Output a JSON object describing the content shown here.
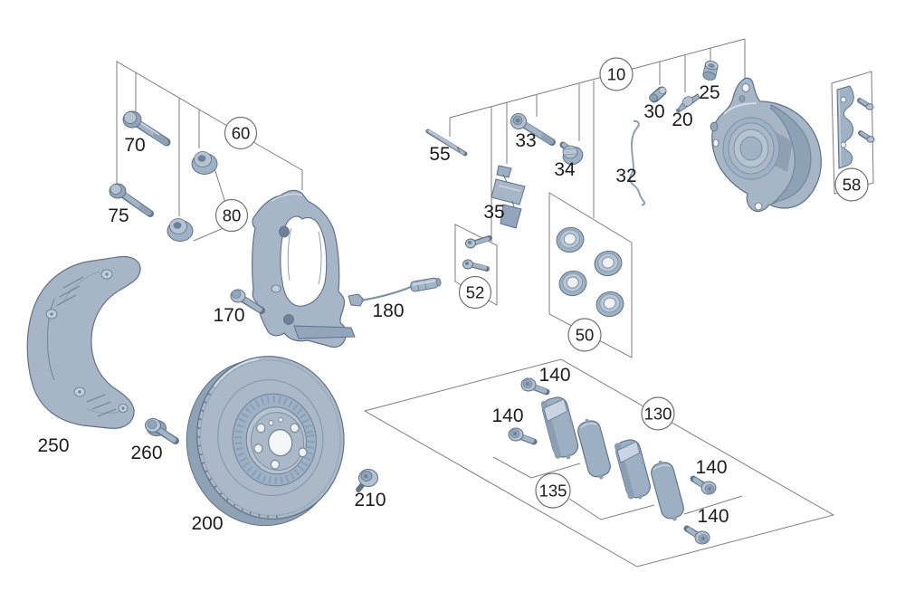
{
  "diagram": {
    "type": "exploded-parts-diagram",
    "subject": "front disc brake assembly",
    "background": "#ffffff",
    "colors": {
      "leader_line": "#7d7d7d",
      "callout_circle_fill": "#ffffff",
      "callout_circle_stroke": "#707070",
      "text": "#1c1c1c",
      "part_base": "#a7b6c7",
      "part_light": "#c9d5e1",
      "part_mid": "#8ea1b5",
      "part_dark": "#6e8196",
      "part_outline": "#5f7187"
    },
    "labels": {
      "n10": "10",
      "n20": "20",
      "n25": "25",
      "n30": "30",
      "n32": "32",
      "n33": "33",
      "n34": "34",
      "n35": "35",
      "n50": "50",
      "n52": "52",
      "n55": "55",
      "n58": "58",
      "n60": "60",
      "n70": "70",
      "n75": "75",
      "n80": "80",
      "n130": "130",
      "n135": "135",
      "n140": "140",
      "n170": "170",
      "n180": "180",
      "n200": "200",
      "n210": "210",
      "n250": "250",
      "n260": "260"
    },
    "callouts": {
      "plain": [
        "20",
        "25",
        "30",
        "32",
        "33",
        "34",
        "35",
        "55",
        "70",
        "75",
        "140",
        "140",
        "140",
        "140",
        "170",
        "180",
        "200",
        "210",
        "250",
        "260"
      ],
      "circled": [
        "10",
        "50",
        "52",
        "58",
        "60",
        "80",
        "130",
        "135"
      ]
    }
  }
}
